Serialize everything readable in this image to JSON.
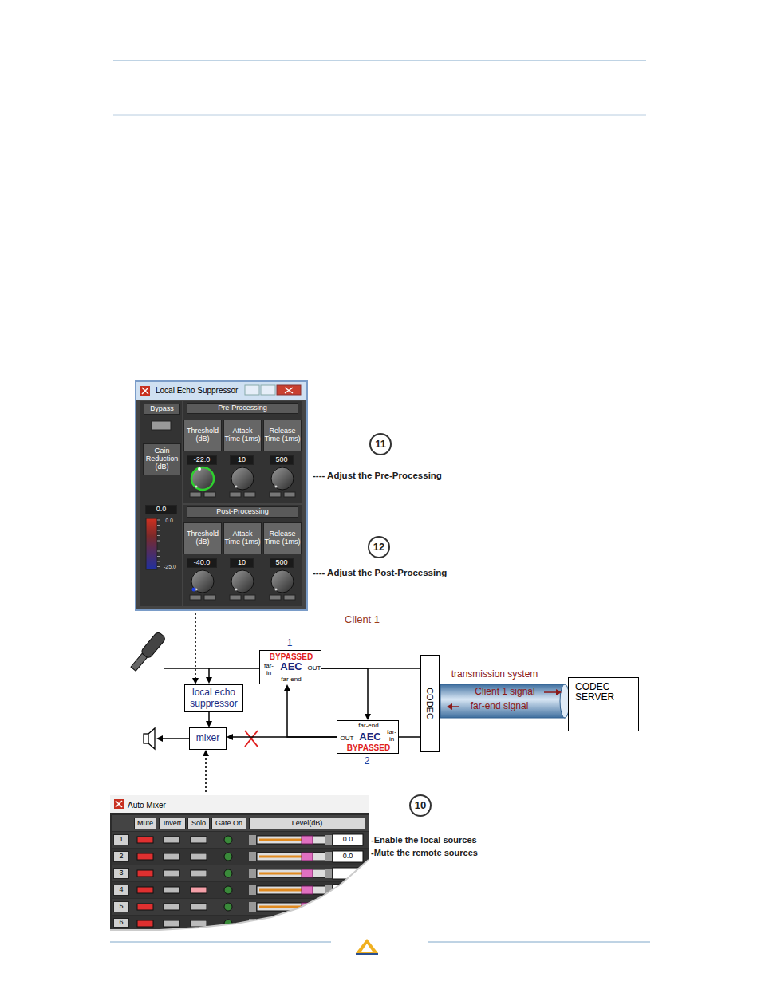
{
  "diagram": {
    "nodes": [
      {
        "text": [
          "Local Echo Suppressor",
          "Bypass",
          "Gain Reduction (dB)",
          "0.0",
          "0.0",
          "-25.0",
          "Pre-Processing",
          "Threshold (dB)",
          "Attack Time (1ms)",
          "Release Time (1ms)",
          "-22.0",
          "10",
          "500",
          "Post-Processing",
          "Threshold (dB)",
          "Attack Time (1ms)",
          "Release Time (1ms)",
          "-40.0",
          "10",
          "500"
        ]
      },
      {
        "text": [
          "local echo suppressor"
        ]
      },
      {
        "text": [
          "1",
          "BYPASSED",
          "AEC",
          "far- in",
          "OUT",
          "far-end"
        ]
      },
      {
        "text": [
          "CODEC"
        ]
      },
      {
        "text": [
          "transmission system",
          "Client 1 signal",
          "far-end signal"
        ]
      },
      {
        "text": [
          "CODEC SERVER"
        ]
      },
      {
        "text": [
          "mixer"
        ]
      },
      {
        "text": [
          "far-end",
          "OUT",
          "AEC",
          "far- in",
          "BYPASSED",
          "2"
        ]
      },
      {
        "text": [
          "Auto Mixer",
          "Mute",
          "Invert",
          "Solo",
          "Gate On",
          "Level(dB)",
          "1",
          "2",
          "3",
          "4",
          "5",
          "6",
          "0.0",
          "0.0"
        ]
      }
    ],
    "edges": [
      {
        "from": 0,
        "to": 1,
        "arrow": "to"
      },
      {
        "from": 1,
        "to": 6,
        "arrow": "to"
      },
      {
        "from": 7,
        "to": 6,
        "arrow": "to"
      },
      {
        "from": 7,
        "to": 2,
        "arrow": "to"
      },
      {
        "from": 2,
        "to": 3,
        "arrow": "none"
      },
      {
        "from": 2,
        "to": 7,
        "arrow": "to"
      },
      {
        "from": 3,
        "to": 7,
        "arrow": "none"
      },
      {
        "from": 8,
        "to": 6,
        "arrow": "to"
      }
    ],
    "labels": [
      "11",
      "---- Adjust the Pre-Processing",
      "12",
      "---- Adjust the Post-Processing",
      "Client 1",
      "10",
      "-Enable the local sources",
      "-Mute the remote sources"
    ]
  }
}
